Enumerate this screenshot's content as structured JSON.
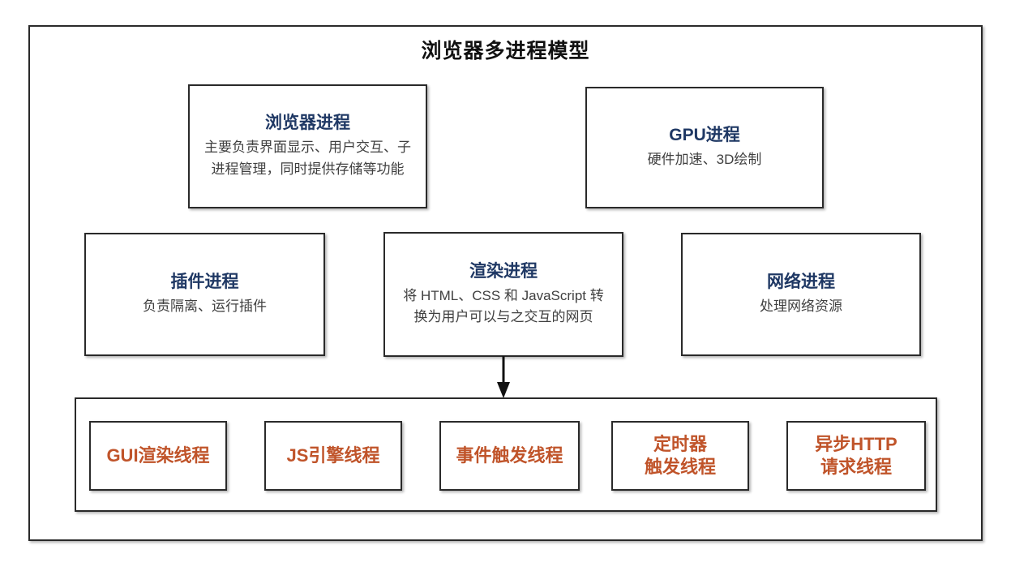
{
  "diagram": {
    "title": "浏览器多进程模型",
    "colors": {
      "process_title": "#1F3864",
      "process_desc": "#404040",
      "thread_label": "#C0542A",
      "border": "#2A2A2A",
      "background": "#FFFFFF"
    }
  },
  "processes": [
    {
      "id": "browser-process",
      "title": "浏览器进程",
      "desc": "主要负责界面显示、用户交互、子进程管理，同时提供存储等功能"
    },
    {
      "id": "gpu-process",
      "title": "GPU进程",
      "desc": "硬件加速、3D绘制"
    },
    {
      "id": "plugin-process",
      "title": "插件进程",
      "desc": "负责隔离、运行插件"
    },
    {
      "id": "render-process",
      "title": "渲染进程",
      "desc": "将 HTML、CSS 和 JavaScript 转换为用户可以与之交互的网页"
    },
    {
      "id": "network-process",
      "title": "网络进程",
      "desc": "处理网络资源"
    }
  ],
  "threads": {
    "items": [
      {
        "id": "gui-render-thread",
        "label": "GUI渲染线程"
      },
      {
        "id": "js-engine-thread",
        "label": "JS引擎线程"
      },
      {
        "id": "event-trigger-thread",
        "label": "事件触发线程"
      },
      {
        "id": "timer-trigger-thread",
        "label": "定时器\n触发线程"
      },
      {
        "id": "async-http-thread",
        "label": "异步HTTP\n请求线程"
      }
    ]
  },
  "connector": {
    "from": "render-process",
    "to": "thread-container",
    "direction": "down"
  }
}
